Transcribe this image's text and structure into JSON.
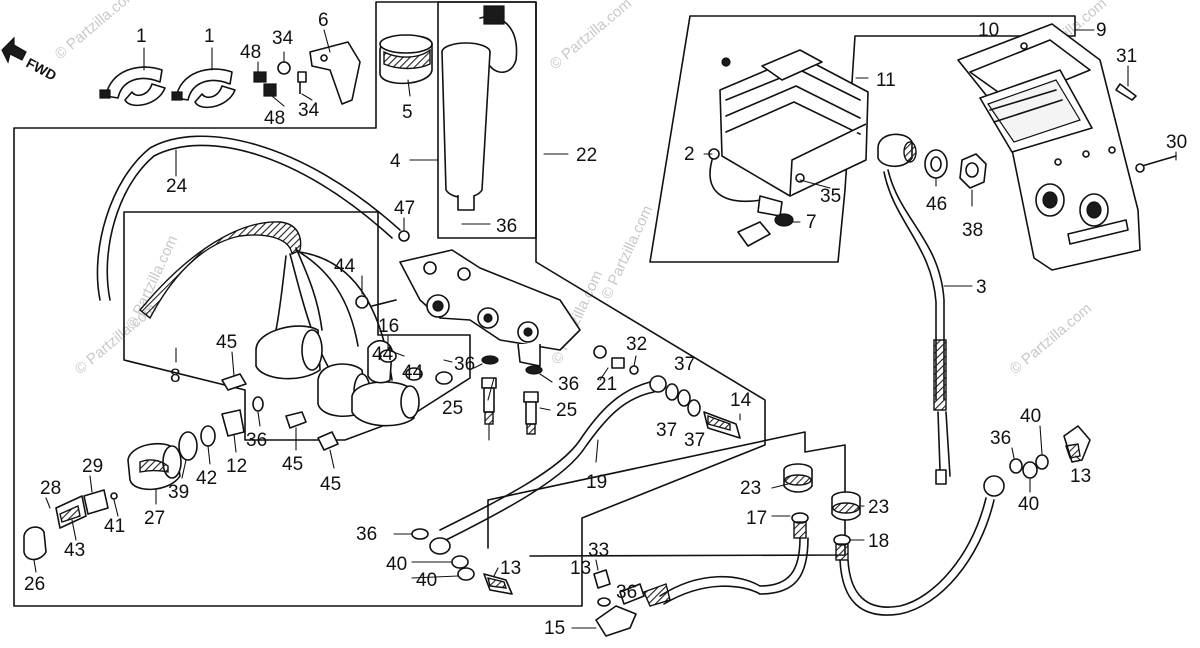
{
  "direction_label": "FWD",
  "watermark_text": "© Partzilla.com",
  "callouts": [
    "1",
    "1",
    "2",
    "3",
    "4",
    "5",
    "6",
    "7",
    "8",
    "9",
    "10",
    "11",
    "12",
    "13",
    "13",
    "13",
    "14",
    "15",
    "16",
    "17",
    "18",
    "19",
    "21",
    "22",
    "23",
    "23",
    "24",
    "25",
    "25",
    "26",
    "27",
    "28",
    "29",
    "30",
    "31",
    "32",
    "33",
    "34",
    "34",
    "35",
    "36",
    "36",
    "36",
    "36",
    "36",
    "36",
    "36",
    "37",
    "37",
    "37",
    "38",
    "39",
    "40",
    "40",
    "40",
    "40",
    "41",
    "42",
    "43",
    "44",
    "44",
    "44",
    "45",
    "45",
    "45",
    "46",
    "47",
    "48",
    "48"
  ]
}
